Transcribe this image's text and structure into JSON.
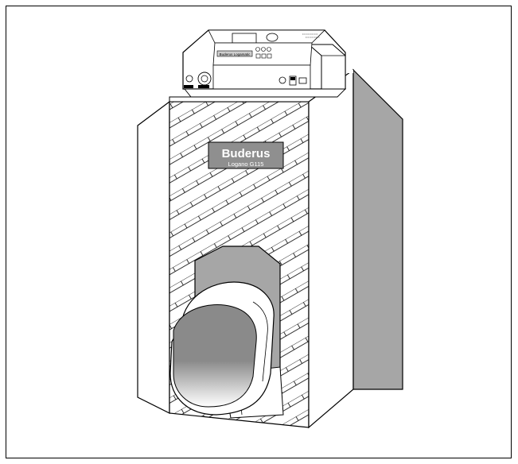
{
  "brand": {
    "name": "Buderus",
    "model": "Logano G115",
    "color": "#8f8f8f"
  },
  "controller": {
    "label_text": "Buderus Logamatic"
  },
  "colors": {
    "outline": "#000000",
    "panel_gray": "#a6a6a6",
    "burner_gray": "#8c8c8c",
    "hatch": "#000000",
    "background": "#ffffff"
  }
}
